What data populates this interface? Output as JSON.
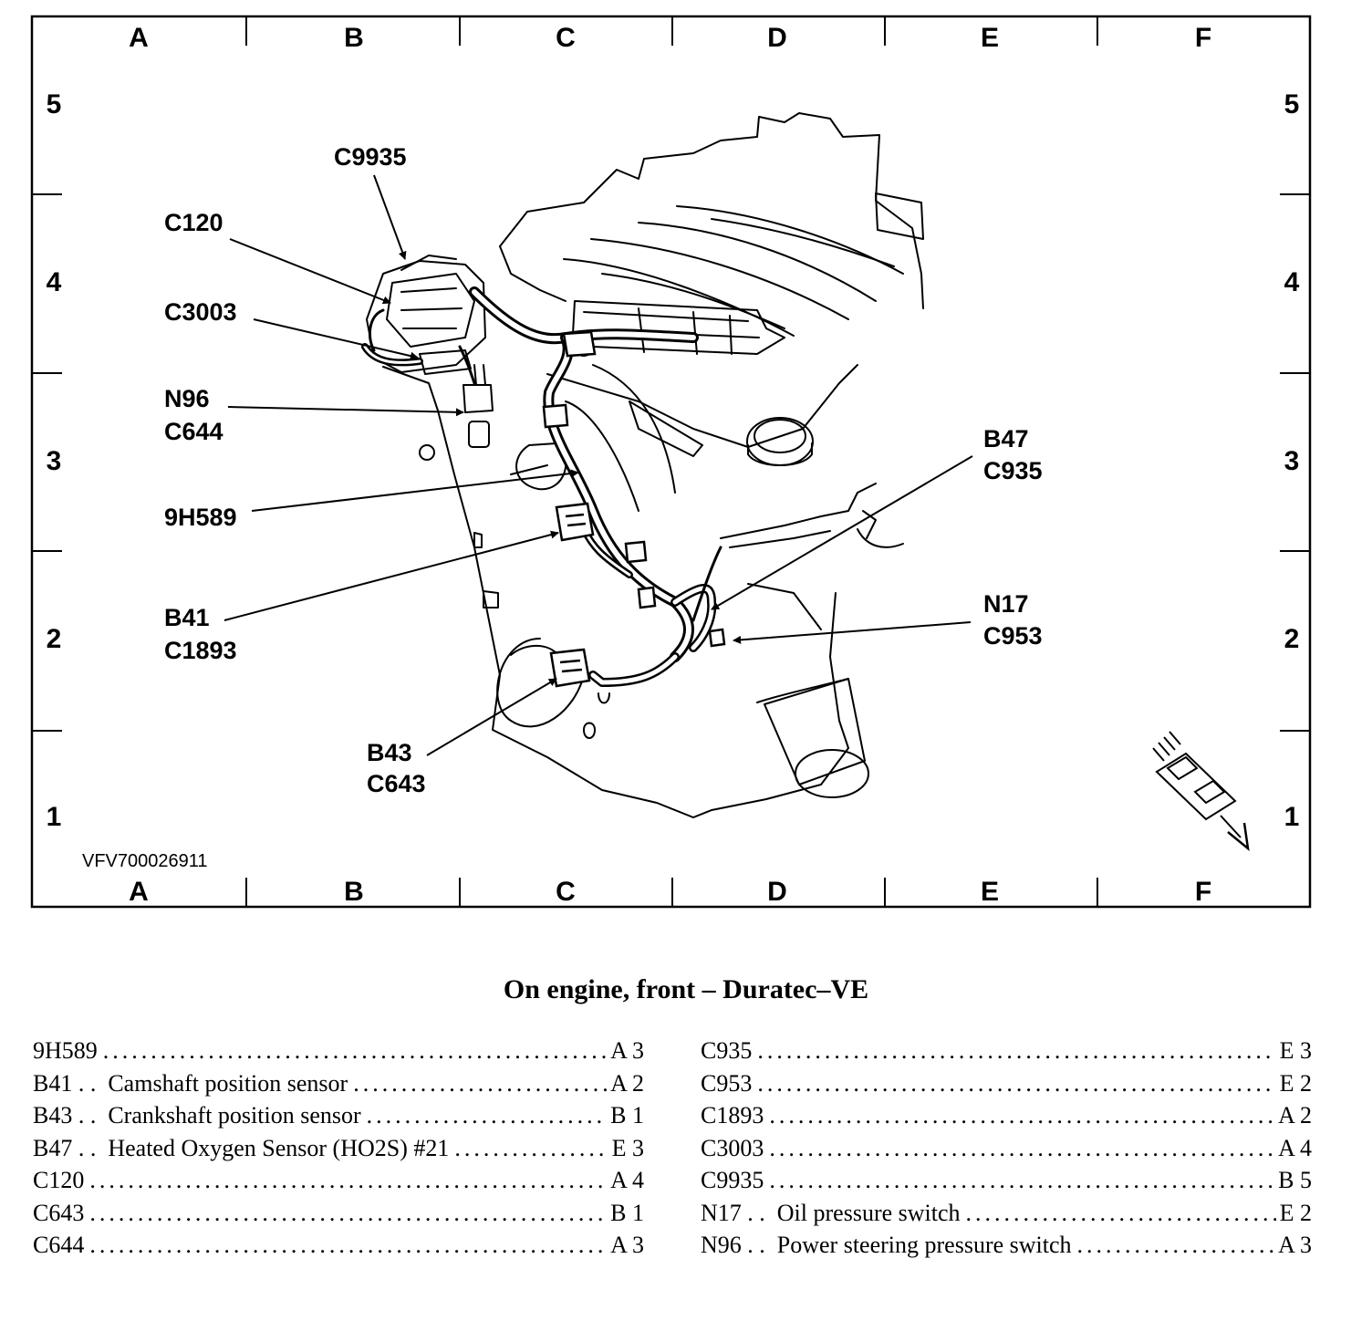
{
  "grid": {
    "columns": [
      "A",
      "B",
      "C",
      "D",
      "E",
      "F"
    ],
    "rows": [
      "5",
      "4",
      "3",
      "2",
      "1"
    ]
  },
  "figure_code": "VFV700026911",
  "labels": {
    "c9935": "C9935",
    "c120": "C120",
    "c3003": "C3003",
    "n96": "N96",
    "c644": "C644",
    "h589": "9H589",
    "b41": "B41",
    "c1893": "C1893",
    "b43": "B43",
    "c643": "C643",
    "b47": "B47",
    "c935": "C935",
    "n17": "N17",
    "c953": "C953"
  },
  "title": "On engine, front – Duratec–VE",
  "legend_left": [
    {
      "code": "9H589",
      "desc": "",
      "ref": "A 3"
    },
    {
      "code": "B41",
      "desc": "Camshaft position sensor",
      "ref": "A 2"
    },
    {
      "code": "B43",
      "desc": "Crankshaft position sensor",
      "ref": "B 1"
    },
    {
      "code": "B47",
      "desc": "Heated Oxygen Sensor (HO2S) #21",
      "ref": "E 3"
    },
    {
      "code": "C120",
      "desc": "",
      "ref": "A 4"
    },
    {
      "code": "C643",
      "desc": "",
      "ref": "B 1"
    },
    {
      "code": "C644",
      "desc": "",
      "ref": "A 3"
    }
  ],
  "legend_right": [
    {
      "code": "C935",
      "desc": "",
      "ref": "E 3"
    },
    {
      "code": "C953",
      "desc": "",
      "ref": "E 2"
    },
    {
      "code": "C1893",
      "desc": "",
      "ref": "A 2"
    },
    {
      "code": "C3003",
      "desc": "",
      "ref": "A 4"
    },
    {
      "code": "C9935",
      "desc": "",
      "ref": "B 5"
    },
    {
      "code": "N17",
      "desc": "Oil pressure switch",
      "ref": "E 2"
    },
    {
      "code": "N96",
      "desc": "Power steering pressure switch",
      "ref": "A 3"
    }
  ]
}
